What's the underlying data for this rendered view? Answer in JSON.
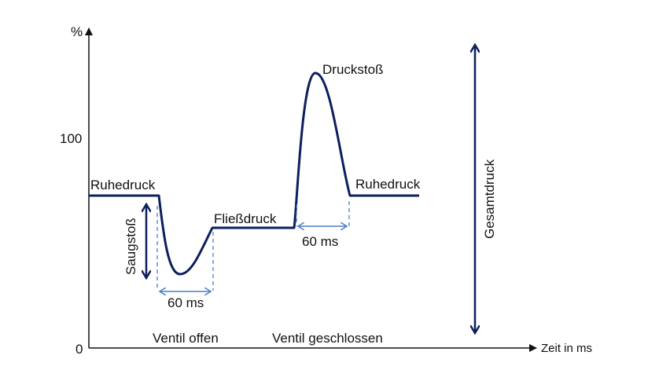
{
  "axes": {
    "y_unit": "%",
    "y_tick_100": "100",
    "y_tick_0": "0",
    "x_label": "Zeit in ms"
  },
  "labels": {
    "ruhedruck_left": "Ruhedruck",
    "ruhedruck_right": "Ruhedruck",
    "fliessdruck": "Fließdruck",
    "druckstoss": "Druckstoß",
    "saugstoss": "Saugstoß",
    "gesamtdruck": "Gesamtdruck",
    "duration_left": "60 ms",
    "duration_right": "60 ms",
    "ventil_offen": "Ventil offen",
    "ventil_geschlossen": "Ventil geschlossen"
  },
  "colors": {
    "curve": "#0d1f5c",
    "dimension": "#4a7fc8",
    "axis": "#111111"
  }
}
